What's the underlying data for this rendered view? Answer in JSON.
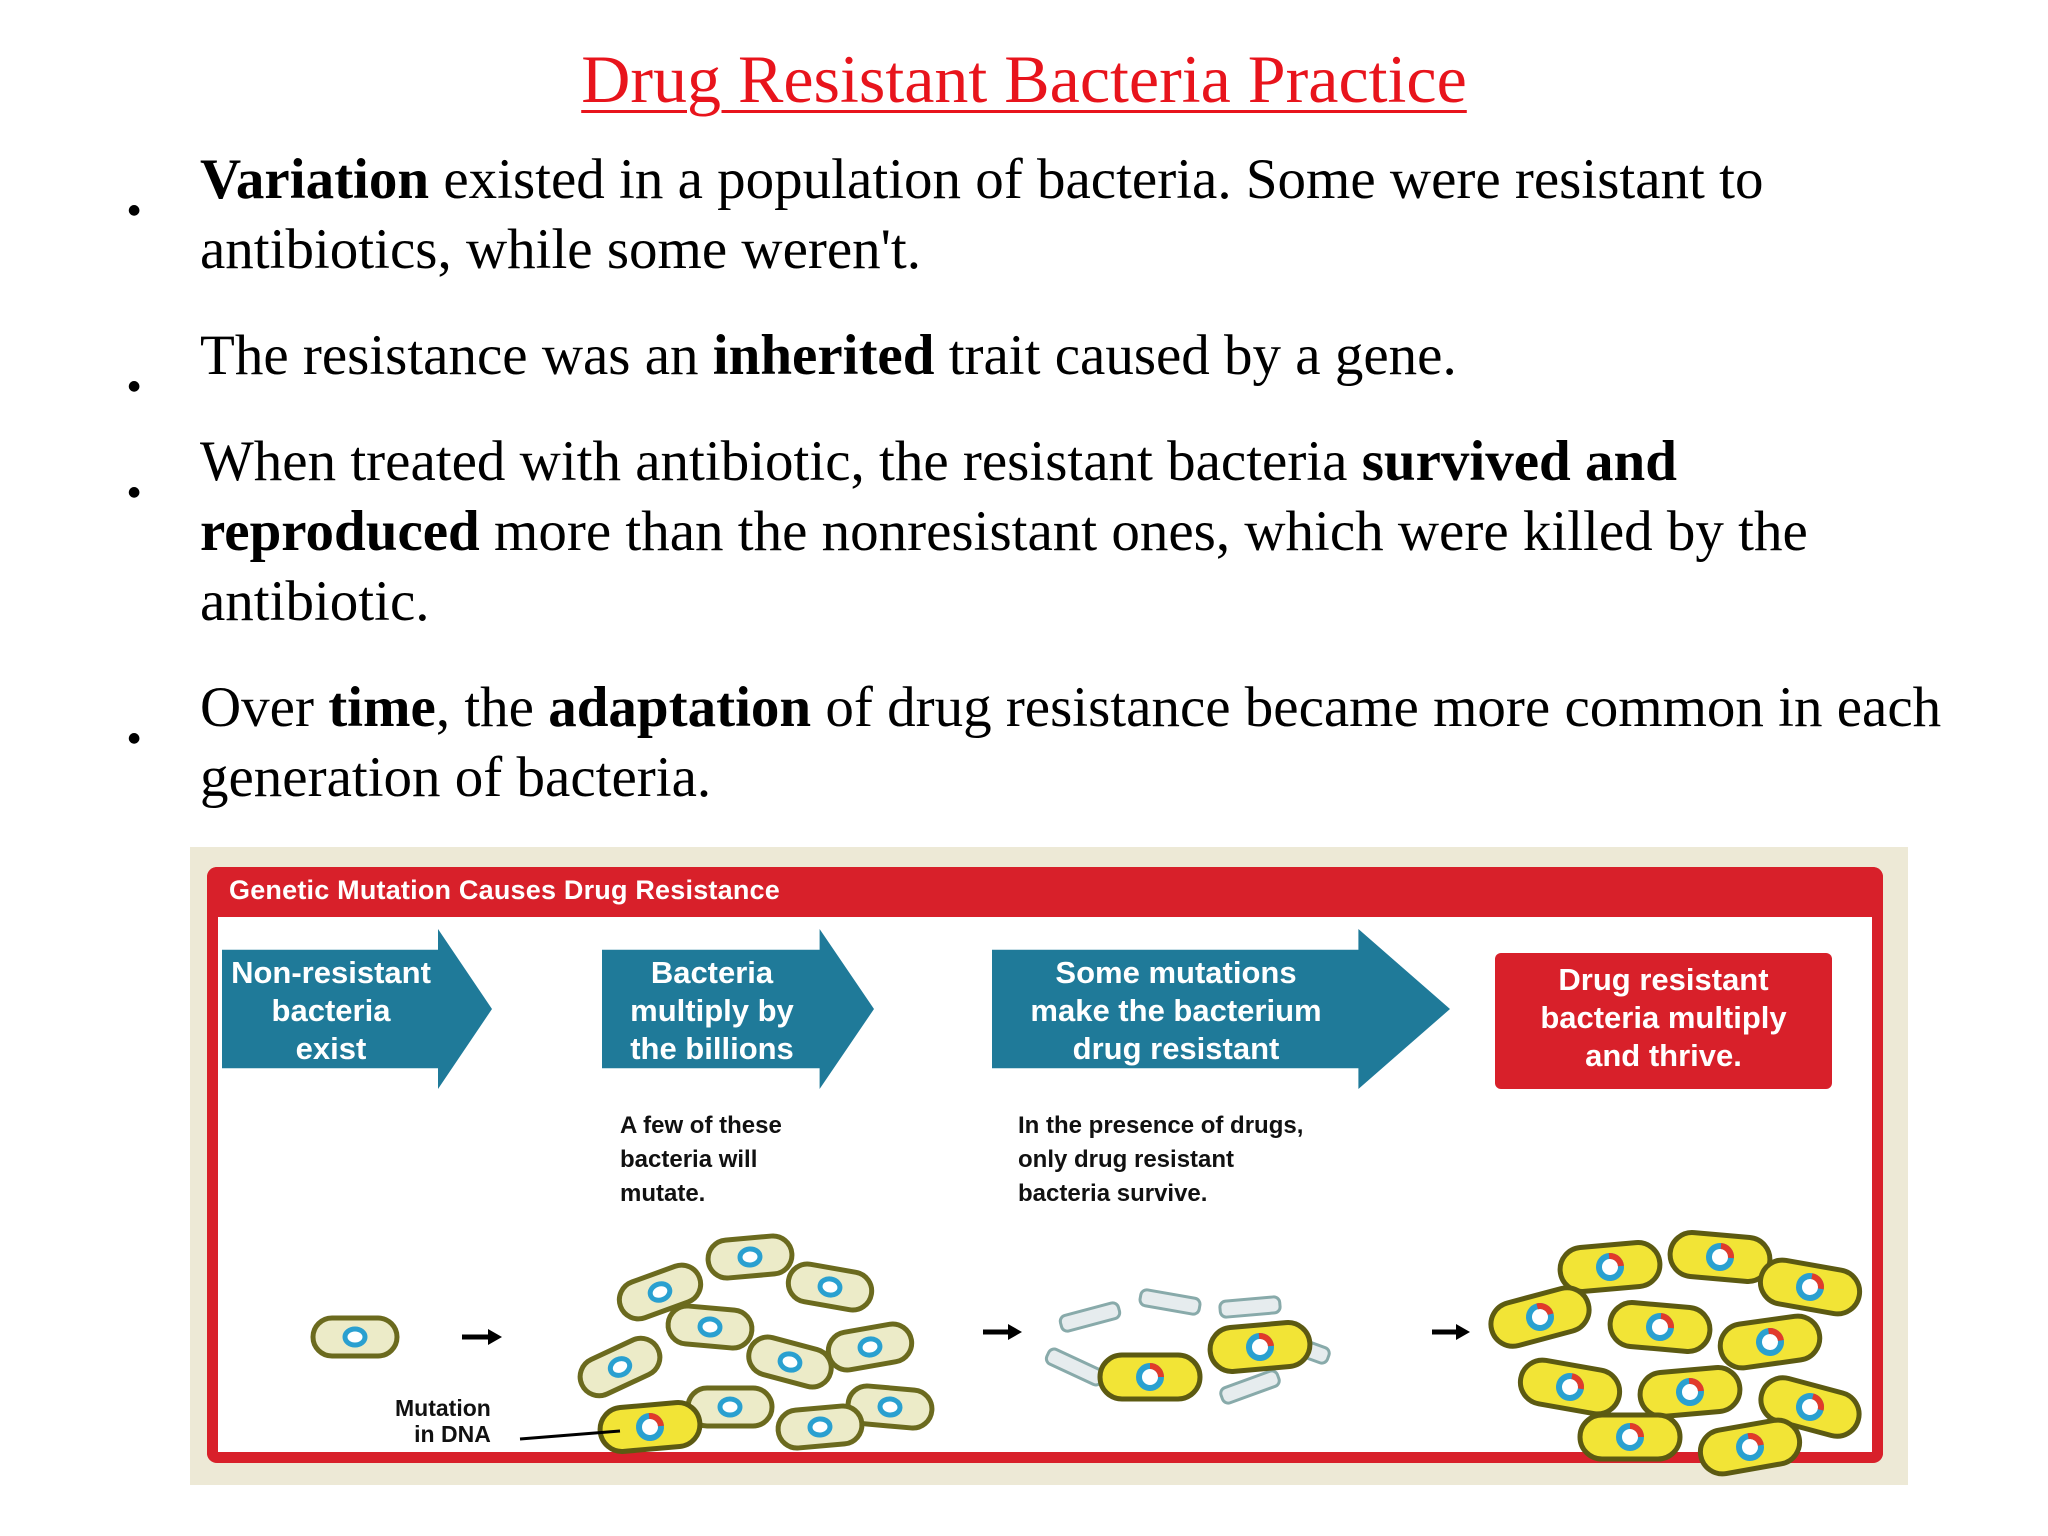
{
  "title": "Drug Resistant Bacteria Practice",
  "bullets": [
    {
      "parts": [
        {
          "text": "Variation",
          "bold": true
        },
        {
          "text": " existed in a population of bacteria. Some were resistant to antibiotics, while some weren't.",
          "bold": false
        }
      ]
    },
    {
      "parts": [
        {
          "text": "The resistance was an ",
          "bold": false
        },
        {
          "text": "inherited",
          "bold": true
        },
        {
          "text": " trait caused by a gene.",
          "bold": false
        }
      ]
    },
    {
      "parts": [
        {
          "text": "When treated with antibiotic, the resistant bacteria ",
          "bold": false
        },
        {
          "text": "survived and reproduced",
          "bold": true
        },
        {
          "text": " more than the nonresistant ones, which were killed by the antibiotic.",
          "bold": false
        }
      ]
    },
    {
      "parts": [
        {
          "text": "Over ",
          "bold": false
        },
        {
          "text": "time",
          "bold": true
        },
        {
          "text": ", the ",
          "bold": false
        },
        {
          "text": "adaptation",
          "bold": true
        },
        {
          "text": " of drug resistance became more common in each generation of bacteria.",
          "bold": false
        }
      ]
    }
  ],
  "figure": {
    "title": "Genetic Mutation Causes Drug Resistance",
    "steps": [
      "Non-resistant\nbacteria\nexist",
      "Bacteria\nmultiply by\nthe billions",
      "Some mutations\nmake the bacterium\ndrug resistant"
    ],
    "final_step": "Drug resistant\nbacteria multiply\nand thrive.",
    "note_1": "A few of these\nbacteria will\nmutate.",
    "note_2": "In the presence of drugs,\nonly drug resistant\nbacteria survive.",
    "mutation_label": "Mutation\nin DNA",
    "colors": {
      "title_red": "#e8141c",
      "banner_red": "#d8202a",
      "arrow_blue": "#1f7a99",
      "nonresistant_fill": "#ecebc8",
      "resistant_fill": "#f2e436",
      "nucleus_blue": "#2aa0d0"
    }
  }
}
